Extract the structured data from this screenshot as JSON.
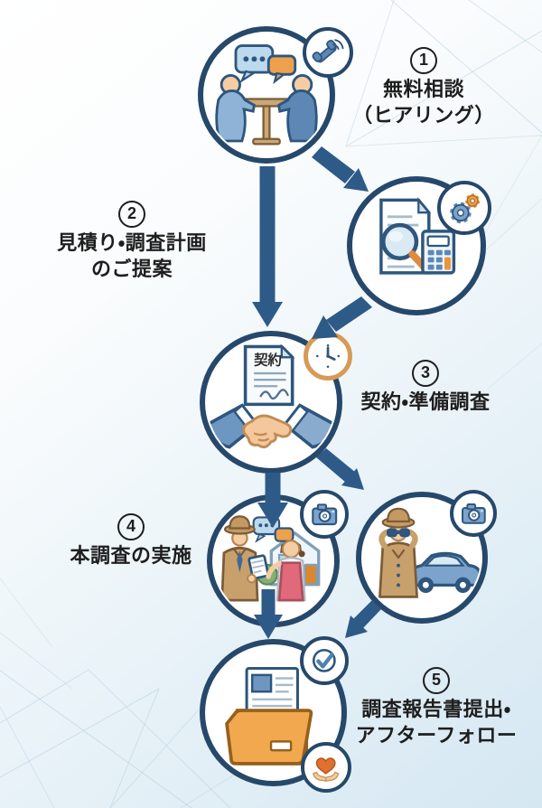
{
  "steps": [
    {
      "number": "1",
      "label_lines": [
        "無料相談",
        "（ヒアリング）"
      ],
      "icon": "consultation-meeting-icon",
      "badge_icons": [
        "phone-icon"
      ]
    },
    {
      "number": "2",
      "label_lines": [
        "見積り・調査計画",
        "のご提案"
      ],
      "icon": "estimate-document-magnifier-calculator-icon",
      "badge_icons": [
        "gears-icon"
      ]
    },
    {
      "number": "3",
      "label_lines": [
        "契約・準備調査"
      ],
      "icon": "handshake-contract-icon",
      "badge_icons": [
        "clock-icon"
      ],
      "contract_label": "契約"
    },
    {
      "number": "4",
      "label_lines": [
        "本調査の実施"
      ],
      "icon": "interview-and-surveillance-icons",
      "badge_icons": [
        "camera-icon",
        "camera-icon"
      ]
    },
    {
      "number": "5",
      "label_lines": [
        "調査報告書提出・",
        "アフターフォロー"
      ],
      "icon": "report-folder-icon",
      "badge_icons": [
        "check-icon",
        "heart-hands-icon"
      ]
    }
  ],
  "flow": {
    "connections": [
      "step1->step3 (vertical arrow)",
      "step1->step2 (diagonal arrow)",
      "step2->step3 (diagonal arrow)",
      "step3->step4-left (vertical arrow)",
      "step3->step4-right (diagonal arrow)",
      "step4-left->step5 (vertical arrow)",
      "step4-right->step5 (diagonal arrow)"
    ]
  },
  "colors": {
    "outline_navy": "#26486b",
    "arrow_blue": "#2e5a88",
    "accent_orange": "#e8963e",
    "icon_blue": "#7ba3cc",
    "light_blue": "#bdd9ee",
    "clock_ring_orange": "#d79a56",
    "background_top": "#ffffff",
    "background_bottom": "#d5e7f2"
  }
}
